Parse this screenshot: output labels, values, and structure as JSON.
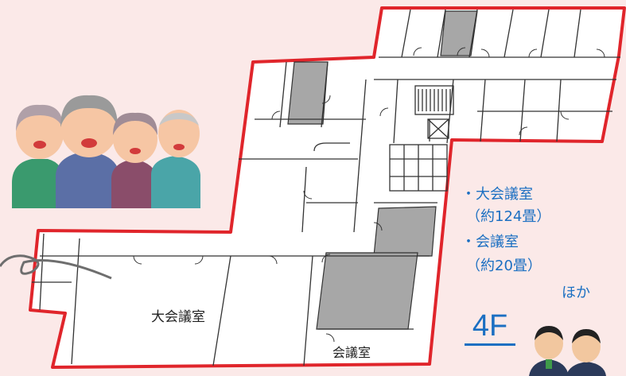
{
  "rooms": {
    "large_conference": "大会議室",
    "conference": "会議室"
  },
  "notes": {
    "line1": "・大会議室",
    "line2": "（約124畳）",
    "line3": "・会議室",
    "line4": "（約20畳）",
    "line5": "ほか"
  },
  "floor_label": "4F",
  "colors": {
    "background": "#fbe9e8",
    "outline": "#e0252b",
    "room_fill": "#ffffff",
    "gray_room": "#a7a7a7",
    "text_blue": "#1b6fc2"
  }
}
